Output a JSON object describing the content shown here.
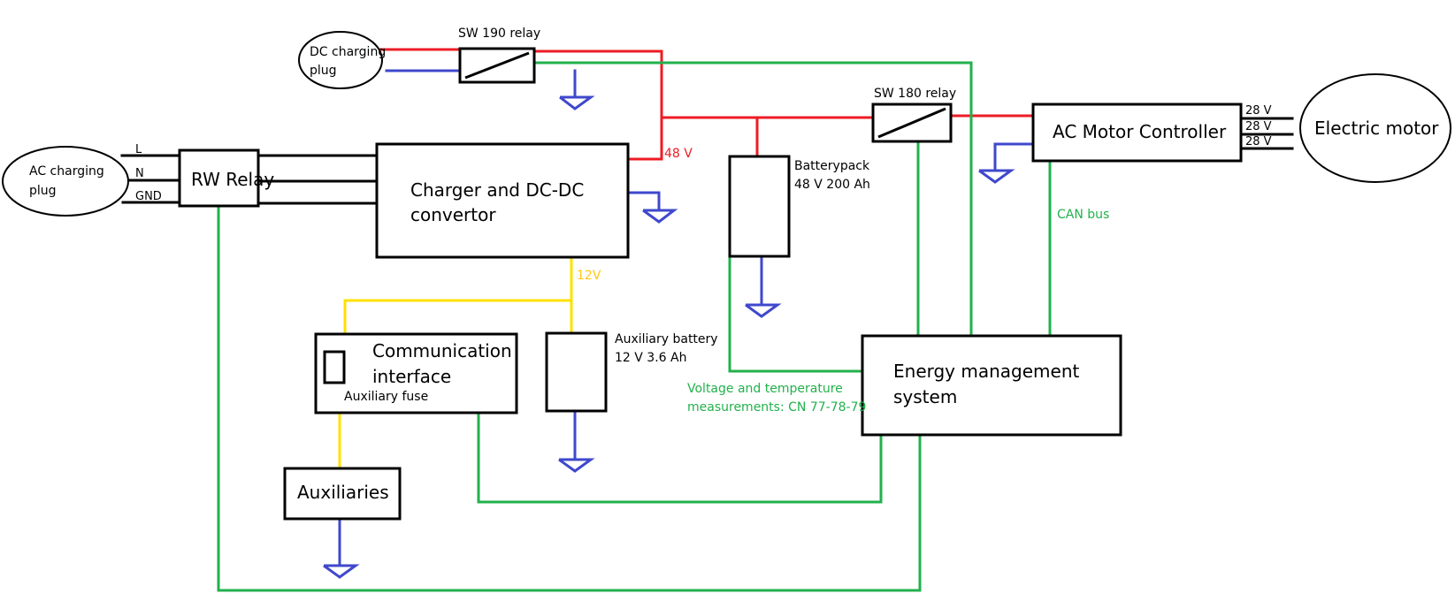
{
  "components": {
    "dc_plug": {
      "line1": "DC charging",
      "line2": "plug"
    },
    "ac_plug": {
      "line1": "AC charging",
      "line2": "plug"
    },
    "sw190": {
      "label": "SW 190 relay"
    },
    "sw180": {
      "label": "SW 180 relay"
    },
    "rw_relay": {
      "label": "RW Relay"
    },
    "charger": {
      "line1": "Charger and DC-DC",
      "line2": "convertor"
    },
    "batterypack": {
      "line1": "Batterypack",
      "line2": "48 V 200 Ah"
    },
    "aux_battery": {
      "line1": "Auxiliary battery",
      "line2": "12 V 3.6 Ah"
    },
    "comm": {
      "line1": "Communication",
      "line2": "interface",
      "fuse_label": "Auxiliary fuse"
    },
    "auxiliaries": {
      "label": "Auxiliaries"
    },
    "ems": {
      "line1": "Energy management",
      "line2": "system"
    },
    "motor_controller": {
      "label": "AC Motor Controller"
    },
    "motor": {
      "label": "Electric motor"
    }
  },
  "wire_labels": {
    "L": "L",
    "N": "N",
    "GND": "GND",
    "v48": "48 V",
    "v12": "12V",
    "phase1": "28 V",
    "phase2": "28 V",
    "phase3": "28 V",
    "can_bus": "CAN bus",
    "measurements_line1": "Voltage and temperature",
    "measurements_line2": "measurements: CN 77-78-79"
  },
  "colors": {
    "high_voltage_wire": "#ed1c24",
    "ground_wire": "#3f48cc",
    "signal_wire": "#22b14c",
    "aux_12v_wire": "#ffe000",
    "ac_wire": "#000000"
  }
}
